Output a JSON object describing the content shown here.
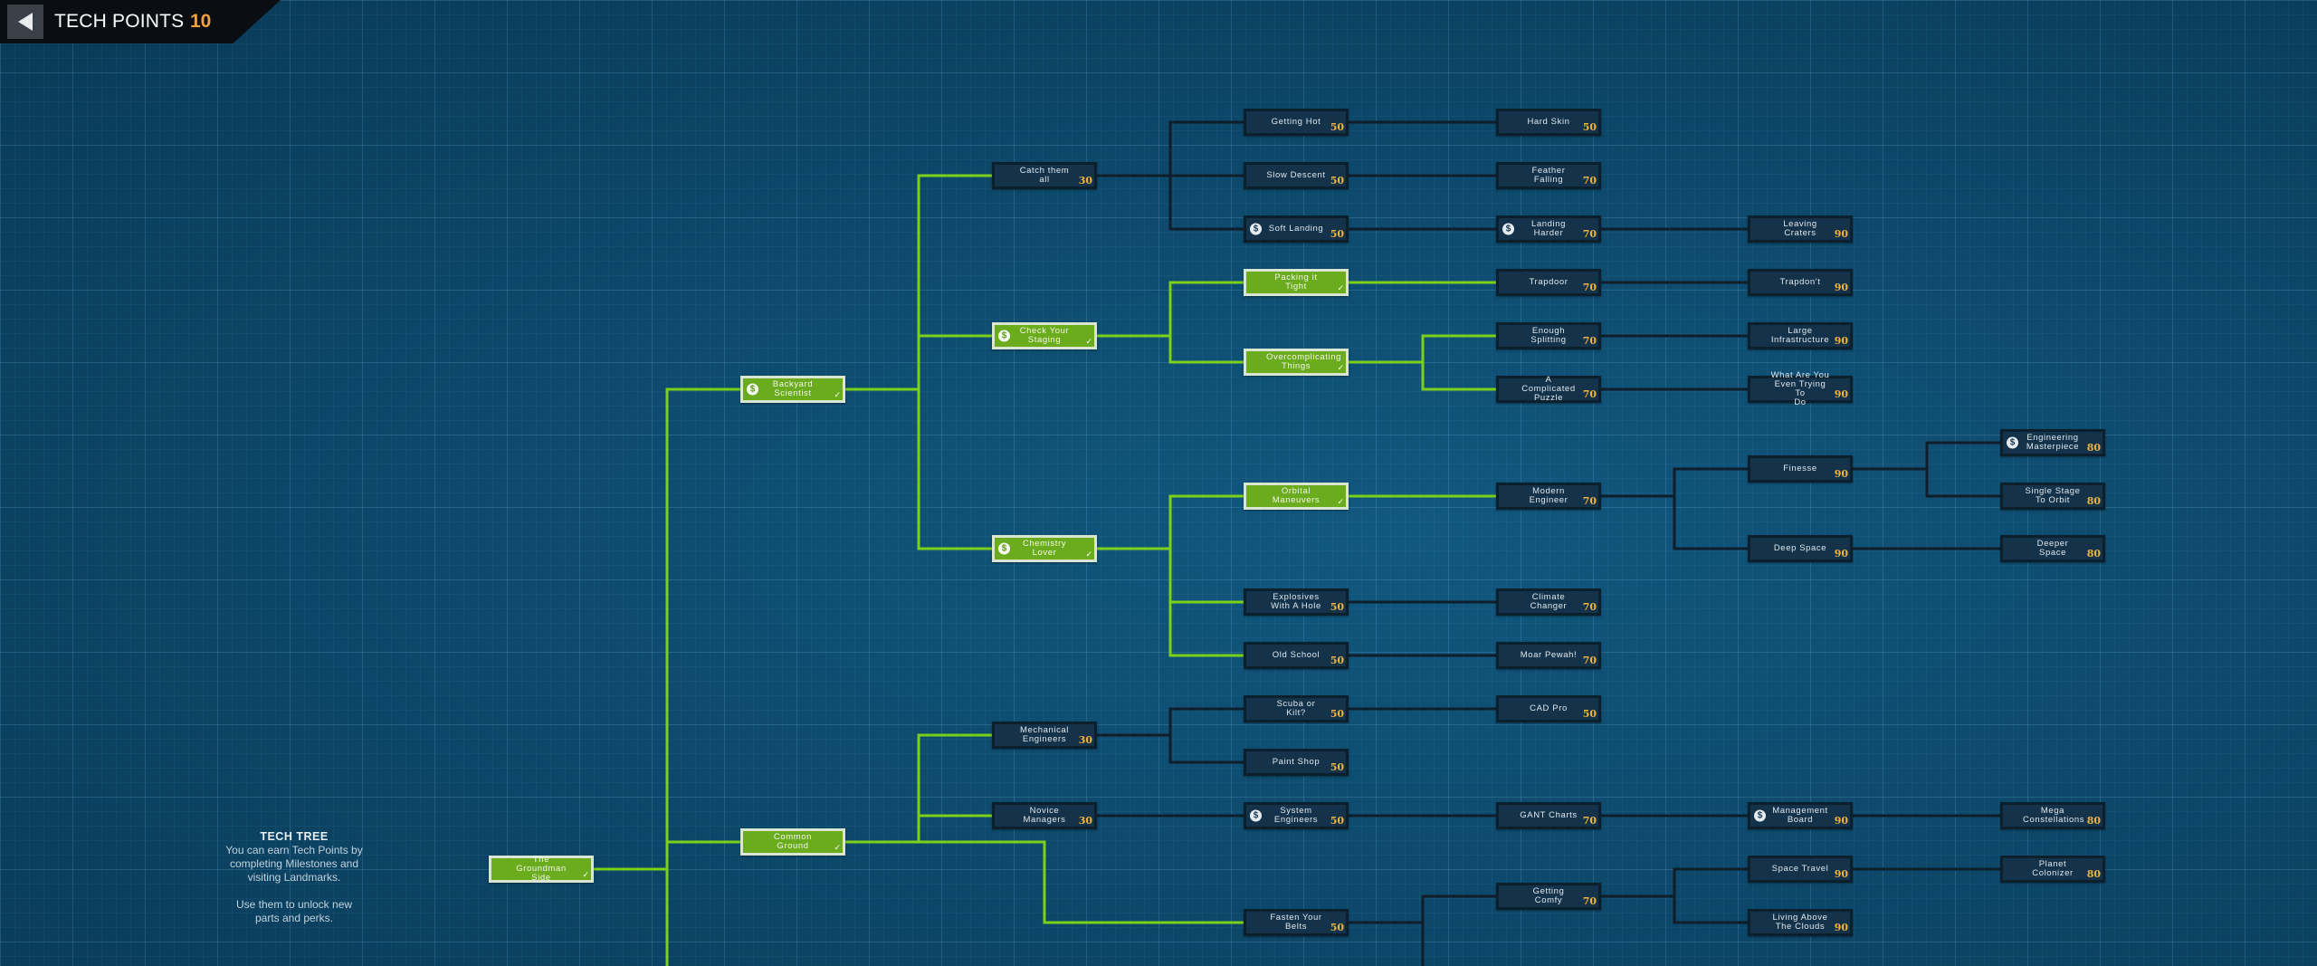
{
  "header": {
    "title": "TECH POINTS",
    "points": "10"
  },
  "info": {
    "title": "TECH TREE",
    "line1": "You can earn Tech Points by",
    "line2": "completing Milestones and",
    "line3": "visiting Landmarks.",
    "line4": "Use them to unlock new",
    "line5": "parts and perks."
  },
  "colors": {
    "unlocked_fill": "#6bac1e",
    "unlocked_edge": "#7bd11a",
    "locked_fill": "#14334a",
    "locked_edge": "#0f1e2a",
    "cost": "#f2b33b",
    "points": "#f0a13c"
  },
  "icons": {
    "back": "triangle-left-icon",
    "perk": "dollar-icon",
    "unlocked": "check-icon"
  },
  "nodes": [
    {
      "id": "groundman",
      "label": "The Groundman\nSide",
      "unlocked": true
    },
    {
      "id": "backyard",
      "label": "Backyard\nScientist",
      "unlocked": true,
      "dollar": true
    },
    {
      "id": "common",
      "label": "Common\nGround",
      "unlocked": true
    },
    {
      "id": "catch",
      "label": "Catch them\nall",
      "cost": "30"
    },
    {
      "id": "staging",
      "label": "Check Your\nStaging",
      "unlocked": true,
      "dollar": true
    },
    {
      "id": "chemistry",
      "label": "Chemistry\nLover",
      "unlocked": true,
      "dollar": true
    },
    {
      "id": "mech",
      "label": "Mechanical\nEngineers",
      "cost": "30"
    },
    {
      "id": "novice",
      "label": "Novice\nManagers",
      "cost": "30"
    },
    {
      "id": "gettinghot",
      "label": "Getting Hot",
      "cost": "50"
    },
    {
      "id": "slowdescent",
      "label": "Slow Descent",
      "cost": "50"
    },
    {
      "id": "softlanding",
      "label": "Soft Landing",
      "cost": "50",
      "dollar": true
    },
    {
      "id": "packing",
      "label": "Packing it\nTight",
      "unlocked": true
    },
    {
      "id": "overcomp",
      "label": "Overcomplicating\nThings",
      "unlocked": true
    },
    {
      "id": "orbital",
      "label": "Orbital\nManeuvers",
      "unlocked": true
    },
    {
      "id": "explosives",
      "label": "Explosives\nWith A Hole",
      "cost": "50"
    },
    {
      "id": "oldschool",
      "label": "Old School",
      "cost": "50"
    },
    {
      "id": "scuba",
      "label": "Scuba or\nKilt?",
      "cost": "50"
    },
    {
      "id": "paintshop",
      "label": "Paint Shop",
      "cost": "50"
    },
    {
      "id": "sysengineers",
      "label": "System\nEngineers",
      "cost": "50",
      "dollar": true
    },
    {
      "id": "fasten",
      "label": "Fasten Your\nBelts",
      "cost": "50"
    },
    {
      "id": "hardskin",
      "label": "Hard Skin",
      "cost": "50"
    },
    {
      "id": "feather",
      "label": "Feather\nFalling",
      "cost": "70"
    },
    {
      "id": "landingharder",
      "label": "Landing\nHarder",
      "cost": "70",
      "dollar": true
    },
    {
      "id": "trapdoor",
      "label": "Trapdoor",
      "cost": "70"
    },
    {
      "id": "enough",
      "label": "Enough\nSplitting",
      "cost": "70"
    },
    {
      "id": "complicated",
      "label": "A Complicated\nPuzzle",
      "cost": "70"
    },
    {
      "id": "modern",
      "label": "Modern\nEngineer",
      "cost": "70"
    },
    {
      "id": "climate",
      "label": "Climate\nChanger",
      "cost": "70"
    },
    {
      "id": "moar",
      "label": "Moar Pewah!",
      "cost": "70"
    },
    {
      "id": "cadpro",
      "label": "CAD Pro",
      "cost": "50"
    },
    {
      "id": "gant",
      "label": "GANT Charts",
      "cost": "70"
    },
    {
      "id": "comfy",
      "label": "Getting Comfy",
      "cost": "70"
    },
    {
      "id": "leaving",
      "label": "Leaving\nCraters",
      "cost": "90"
    },
    {
      "id": "trapdont",
      "label": "Trapdon't",
      "cost": "90"
    },
    {
      "id": "large",
      "label": "Large\nInfrastructure",
      "cost": "90"
    },
    {
      "id": "whatareyou",
      "label": "What Are You\nEven Trying To\nDo",
      "cost": "90"
    },
    {
      "id": "finesse",
      "label": "Finesse",
      "cost": "90"
    },
    {
      "id": "deepspace",
      "label": "Deep Space",
      "cost": "90"
    },
    {
      "id": "mgmtboard",
      "label": "Management\nBoard",
      "cost": "90",
      "dollar": true
    },
    {
      "id": "spacetravel",
      "label": "Space Travel",
      "cost": "90"
    },
    {
      "id": "livingabove",
      "label": "Living Above\nThe Clouds",
      "cost": "90"
    },
    {
      "id": "engmaster",
      "label": "Engineering\nMasterpiece",
      "cost": "80",
      "dollar": true
    },
    {
      "id": "singlestage",
      "label": "Single Stage\nTo Orbit",
      "cost": "80"
    },
    {
      "id": "deeperspace",
      "label": "Deeper Space",
      "cost": "80"
    },
    {
      "id": "mega",
      "label": "Mega\nConstellations",
      "cost": "80"
    },
    {
      "id": "planet",
      "label": "Planet\nColonizer",
      "cost": "80"
    }
  ],
  "edges": [
    {
      "from": "groundman",
      "to": "backyard",
      "unlocked": true
    },
    {
      "from": "groundman",
      "to": "common",
      "unlocked": true
    },
    {
      "from": "groundman",
      "to": "offscreen",
      "unlocked": true
    },
    {
      "from": "backyard",
      "to": "catch",
      "unlocked": true
    },
    {
      "from": "backyard",
      "to": "staging",
      "unlocked": true
    },
    {
      "from": "backyard",
      "to": "chemistry",
      "unlocked": true
    },
    {
      "from": "common",
      "to": "mech",
      "unlocked": true
    },
    {
      "from": "common",
      "to": "novice",
      "unlocked": true
    },
    {
      "from": "common",
      "to": "fasten",
      "unlocked": true
    },
    {
      "from": "catch",
      "to": "gettinghot"
    },
    {
      "from": "catch",
      "to": "slowdescent"
    },
    {
      "from": "catch",
      "to": "softlanding"
    },
    {
      "from": "staging",
      "to": "packing",
      "unlocked": true
    },
    {
      "from": "staging",
      "to": "overcomp",
      "unlocked": true
    },
    {
      "from": "chemistry",
      "to": "orbital",
      "unlocked": true
    },
    {
      "from": "chemistry",
      "to": "explosives",
      "unlocked": true
    },
    {
      "from": "chemistry",
      "to": "oldschool",
      "unlocked": true
    },
    {
      "from": "mech",
      "to": "scuba"
    },
    {
      "from": "mech",
      "to": "paintshop"
    },
    {
      "from": "novice",
      "to": "sysengineers"
    },
    {
      "from": "gettinghot",
      "to": "hardskin"
    },
    {
      "from": "slowdescent",
      "to": "feather"
    },
    {
      "from": "softlanding",
      "to": "landingharder"
    },
    {
      "from": "packing",
      "to": "trapdoor",
      "unlocked": true
    },
    {
      "from": "overcomp",
      "to": "enough",
      "unlocked": true
    },
    {
      "from": "overcomp",
      "to": "complicated",
      "unlocked": true
    },
    {
      "from": "orbital",
      "to": "modern",
      "unlocked": true
    },
    {
      "from": "explosives",
      "to": "climate"
    },
    {
      "from": "oldschool",
      "to": "moar"
    },
    {
      "from": "scuba",
      "to": "cadpro"
    },
    {
      "from": "sysengineers",
      "to": "gant"
    },
    {
      "from": "fasten",
      "to": "comfy"
    },
    {
      "from": "fasten",
      "to": "offscreen2"
    },
    {
      "from": "landingharder",
      "to": "leaving"
    },
    {
      "from": "trapdoor",
      "to": "trapdont"
    },
    {
      "from": "enough",
      "to": "large"
    },
    {
      "from": "complicated",
      "to": "whatareyou"
    },
    {
      "from": "modern",
      "to": "finesse"
    },
    {
      "from": "modern",
      "to": "deepspace"
    },
    {
      "from": "gant",
      "to": "mgmtboard"
    },
    {
      "from": "comfy",
      "to": "spacetravel"
    },
    {
      "from": "comfy",
      "to": "livingabove"
    },
    {
      "from": "finesse",
      "to": "engmaster"
    },
    {
      "from": "finesse",
      "to": "singlestage"
    },
    {
      "from": "deepspace",
      "to": "deeperspace"
    },
    {
      "from": "mgmtboard",
      "to": "mega"
    },
    {
      "from": "spacetravel",
      "to": "planet"
    }
  ]
}
